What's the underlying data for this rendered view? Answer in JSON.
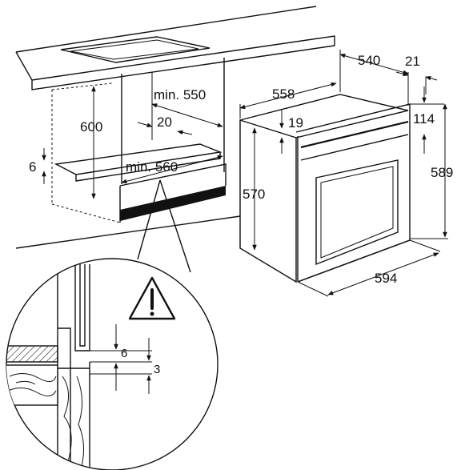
{
  "dimensions": {
    "cabinet_height": "600",
    "min_depth": "min. 550",
    "gap_back": "20",
    "min_width": "min. 560",
    "shelf_gap": "6",
    "oven_depth": "558",
    "oven_body_depth": "540",
    "front_thickness": "21",
    "top_offset": "19",
    "panel_height": "114",
    "oven_body_height": "570",
    "oven_total_height": "589",
    "oven_width": "594",
    "detail_gap": "6",
    "detail_gap_small": "3"
  },
  "icons": {
    "warning": "warning-triangle-icon"
  }
}
